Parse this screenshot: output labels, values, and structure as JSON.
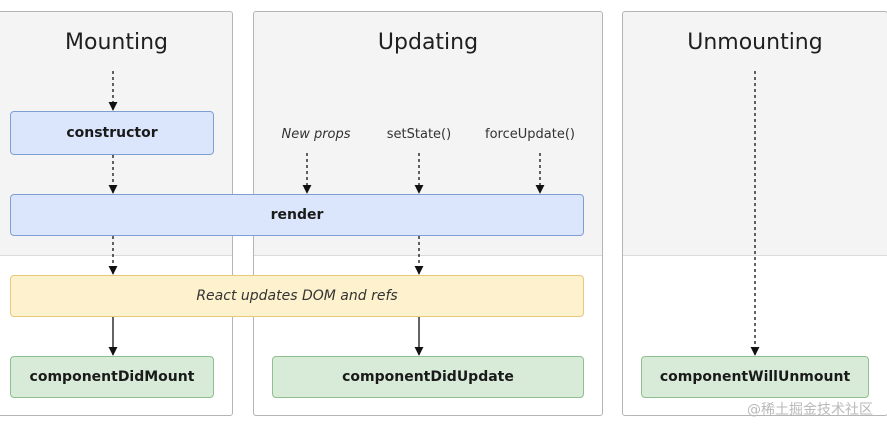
{
  "phases": {
    "mounting": {
      "title": "Mounting"
    },
    "updating": {
      "title": "Updating"
    },
    "unmounting": {
      "title": "Unmounting"
    }
  },
  "nodes": {
    "constructor": "constructor",
    "render": "render",
    "dom_update": "React updates DOM and refs",
    "did_mount": "componentDidMount",
    "did_update": "componentDidUpdate",
    "will_unmount": "componentWillUnmount"
  },
  "triggers": {
    "new_props": "New props",
    "set_state": "setState()",
    "force_update": "forceUpdate()"
  },
  "watermark": "@稀土掘金技术社区",
  "colors": {
    "lifecycle_box": "#dbe6fc",
    "dom_box": "#fdf2cd",
    "commit_box": "#d8ebd8"
  }
}
